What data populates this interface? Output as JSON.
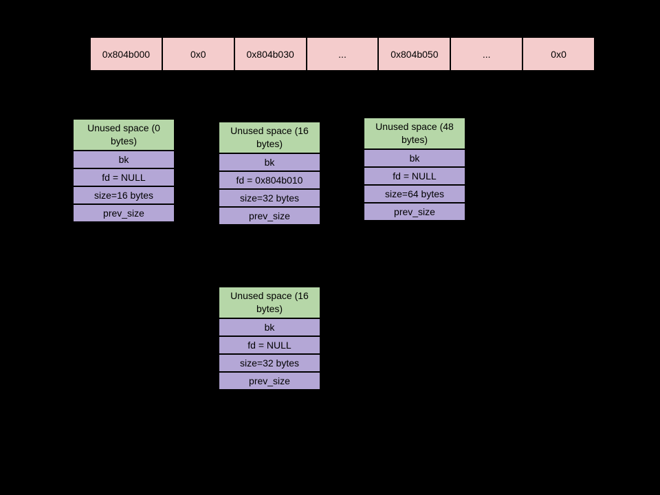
{
  "colors": {
    "background": "#000000",
    "heap_cell_fill": "#f4cccc",
    "chunk_header_fill": "#b6d7a8",
    "chunk_row_fill": "#b4a7d6",
    "border": "#000000",
    "text": "#000000"
  },
  "heap_row": {
    "cells": [
      "0x804b000",
      "0x0",
      "0x804b030",
      "...",
      "0x804b050",
      "...",
      "0x0"
    ]
  },
  "chunks": [
    {
      "unused_space_label": "Unused space (0 bytes)",
      "fields": [
        "bk",
        "fd = NULL",
        "size=16 bytes",
        "prev_size"
      ]
    },
    {
      "unused_space_label": "Unused space (16 bytes)",
      "fields": [
        "bk",
        "fd = 0x804b010",
        "size=32 bytes",
        "prev_size"
      ]
    },
    {
      "unused_space_label": "Unused space (48 bytes)",
      "fields": [
        "bk",
        "fd = NULL",
        "size=64 bytes",
        "prev_size"
      ]
    },
    {
      "unused_space_label": "Unused space (16 bytes)",
      "fields": [
        "bk",
        "fd = NULL",
        "size=32 bytes",
        "prev_size"
      ]
    }
  ]
}
